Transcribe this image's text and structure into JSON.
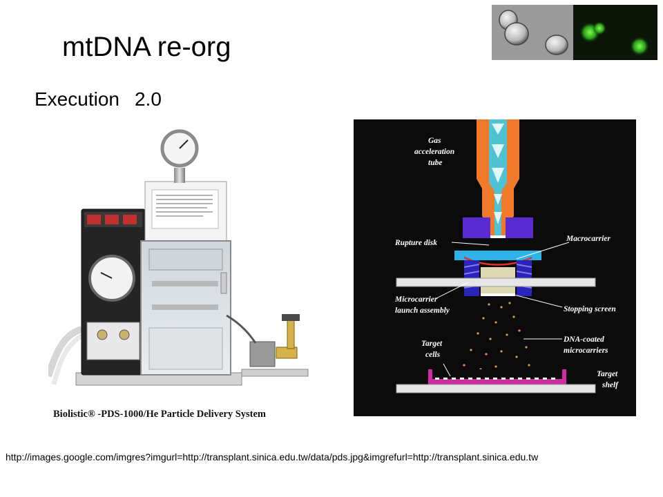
{
  "slide": {
    "title": "mtDNA re-org",
    "subtitle": "Execution",
    "version": "2.0",
    "source_url": "http://images.google.com/imgres?imgurl=http://transplant.sinica.edu.tw/data/pds.jpg&imgrefurl=http://transplant.sinica.edu.tw"
  },
  "device_photo": {
    "caption": "Biolistic® -PDS-1000/He Particle Delivery System"
  },
  "diagram": {
    "labels": {
      "gas_1": "Gas",
      "gas_2": "acceleration",
      "gas_3": "tube",
      "rupture_disk": "Rupture disk",
      "macrocarrier": "Macrocarrier",
      "microcarrier_1": "Microcarrier",
      "microcarrier_2": "launch assembly",
      "stopping_screen": "Stopping screen",
      "dna_1": "DNA-coated",
      "dna_2": "microcarriers",
      "target_cells_1": "Target",
      "target_cells_2": "cells",
      "target_shelf_1": "Target",
      "target_shelf_2": "shelf"
    }
  },
  "colors": {
    "diagram_background": "#0b0b0b",
    "gas_tube": "#f07a2a",
    "gas_flow": "#4fc2d4",
    "housing": "#5a2bd0",
    "target_cells": "#cc2ca0",
    "microscopy_fluorescence": "#3fbf2a"
  }
}
